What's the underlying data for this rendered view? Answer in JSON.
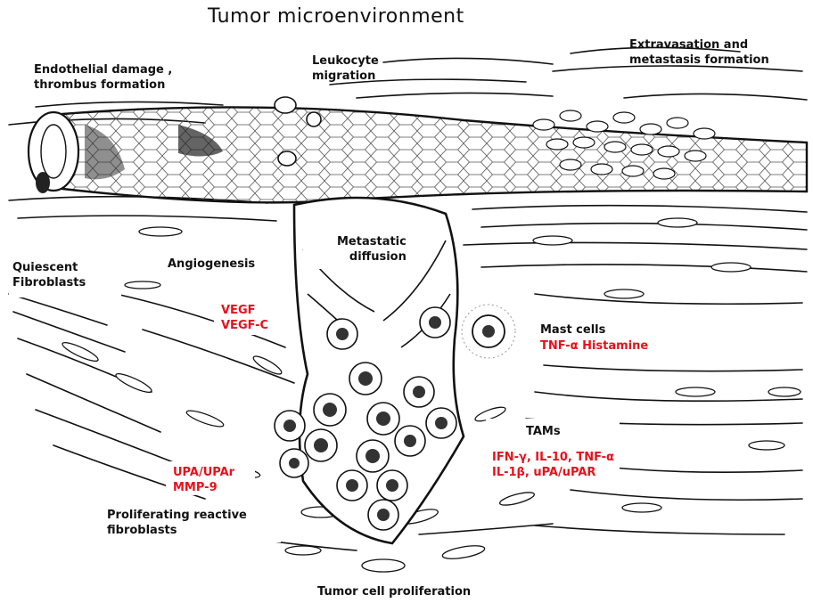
{
  "title": "Tumor microenvironment",
  "labels": {
    "endothelial": [
      "Endothelial damage ,",
      "thrombus formation"
    ],
    "leukocyte": [
      "Leukocyte",
      "migration"
    ],
    "extravasation": [
      "Extravasation and",
      "metastasis formation"
    ],
    "quiescent": [
      "Quiescent",
      "Fibroblasts"
    ],
    "angiogenesis": "Angiogenesis",
    "metastatic": [
      "Metastatic",
      "diffusion"
    ],
    "vegf": [
      "VEGF",
      "VEGF-C"
    ],
    "mast": "Mast cells",
    "mast_factors": "TNF-α Histamine",
    "tams": "TAMs",
    "tams_factors": [
      "IFN-γ, IL-10, TNF-α",
      "IL-1β, uPA/uPAR"
    ],
    "upa": [
      "UPA/UPAr",
      "MMP-9"
    ],
    "proliferating": [
      "Proliferating reactive",
      "fibroblasts"
    ],
    "tumor_prolif": "Tumor cell proliferation"
  },
  "colors": {
    "ink": "#111111",
    "factor_red": "#e8101a",
    "background": "#ffffff"
  }
}
